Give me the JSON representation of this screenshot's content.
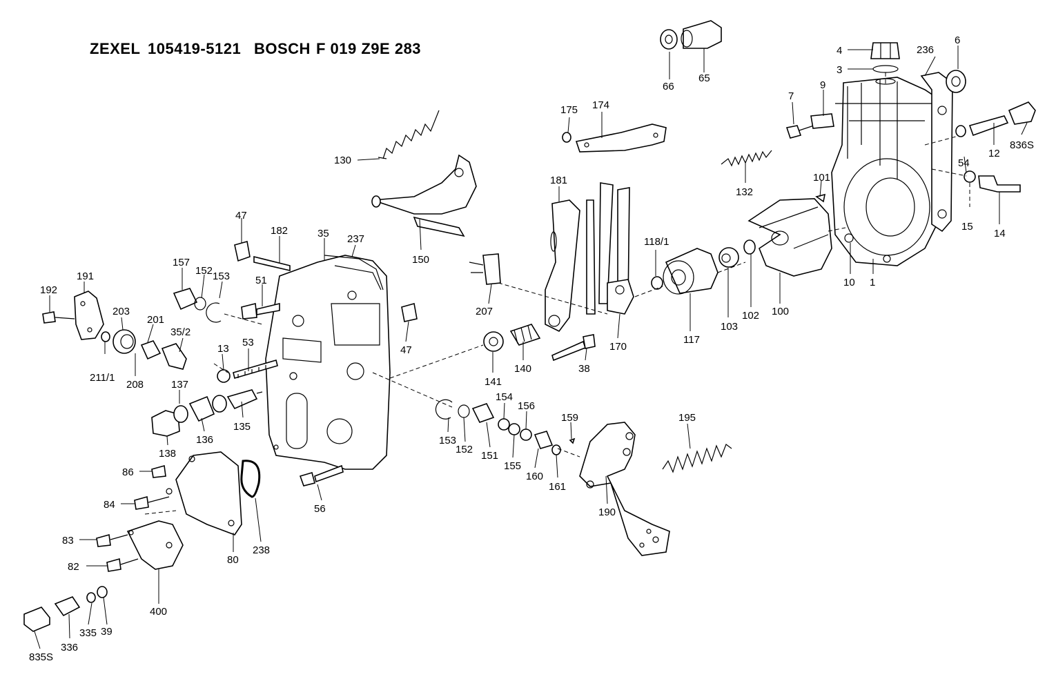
{
  "title": {
    "maker1": "ZEXEL",
    "number1": "105419-5121",
    "maker2": "BOSCH",
    "number2": "F 019 Z9E 283"
  },
  "labels": [
    "4",
    "3",
    "236",
    "6",
    "66",
    "65",
    "7",
    "9",
    "12",
    "836S",
    "175",
    "174",
    "54",
    "15",
    "14",
    "130",
    "132",
    "101",
    "181",
    "118/1",
    "10",
    "1",
    "150",
    "47",
    "182",
    "35",
    "237",
    "157",
    "152",
    "153",
    "51",
    "207",
    "103",
    "102",
    "100",
    "191",
    "192",
    "203",
    "201",
    "35/2",
    "13",
    "53",
    "47",
    "117",
    "170",
    "211/1",
    "208",
    "38",
    "141",
    "140",
    "137",
    "135",
    "136",
    "138",
    "154",
    "156",
    "159",
    "195",
    "153",
    "152",
    "151",
    "155",
    "160",
    "161",
    "86",
    "84",
    "56",
    "190",
    "83",
    "82",
    "80",
    "238",
    "400",
    "335",
    "39",
    "336",
    "835S"
  ]
}
